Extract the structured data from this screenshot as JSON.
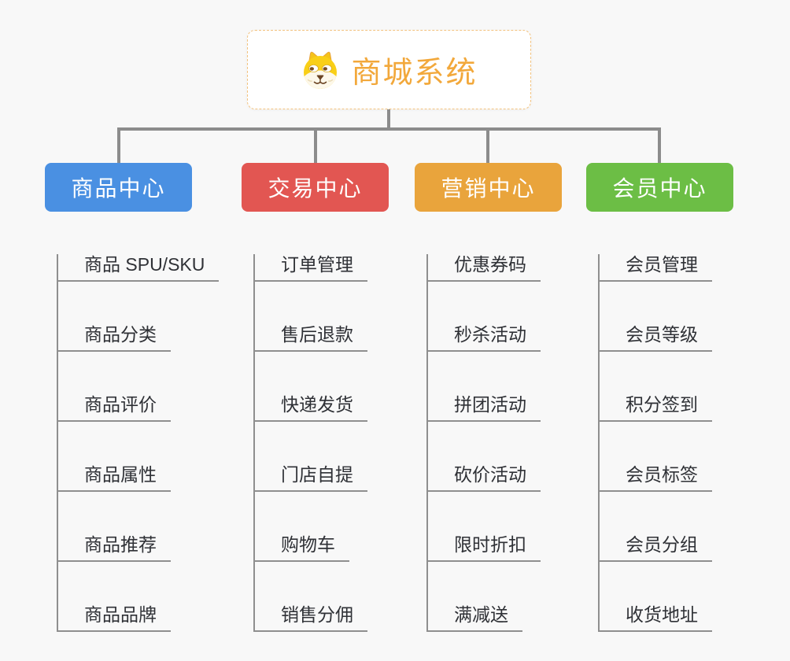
{
  "page": {
    "background": "#f8f8f8",
    "text_color": "#2f3136"
  },
  "connectors": {
    "main_color": "#8c8c8c",
    "child_line_color": "#8f8f8f"
  },
  "root": {
    "title": "商城系统",
    "icon": "dog-face-icon",
    "title_color": "#f2a83b",
    "border_color": "#f3c27e"
  },
  "branches": [
    {
      "label": "商品中心",
      "color": "#4a90e2",
      "children": [
        "商品 SPU/SKU",
        "商品分类",
        "商品评价",
        "商品属性",
        "商品推荐",
        "商品品牌"
      ]
    },
    {
      "label": "交易中心",
      "color": "#e25652",
      "children": [
        "订单管理",
        "售后退款",
        "快递发货",
        "门店自提",
        "购物车",
        "销售分佣"
      ]
    },
    {
      "label": "营销中心",
      "color": "#e9a43c",
      "children": [
        "优惠券码",
        "秒杀活动",
        "拼团活动",
        "砍价活动",
        "限时折扣",
        "满减送"
      ]
    },
    {
      "label": "会员中心",
      "color": "#6cbe45",
      "children": [
        "会员管理",
        "会员等级",
        "积分签到",
        "会员标签",
        "会员分组",
        "收货地址"
      ]
    }
  ]
}
